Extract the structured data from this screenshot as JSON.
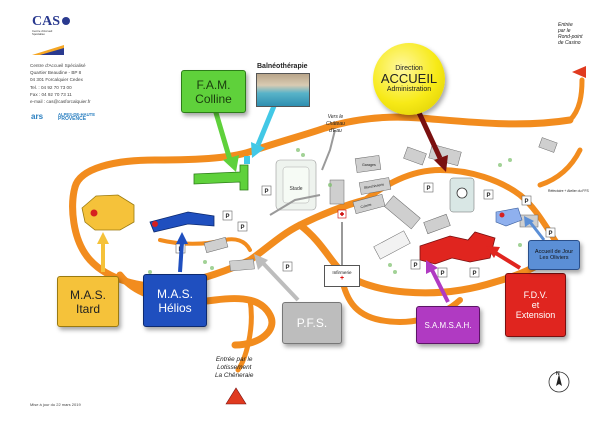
{
  "organization": {
    "logo_text": "CAS",
    "logo_subtext": "Centre d'Accueil Spécialisé",
    "address_lines": [
      "Centre d'Accueil Spécialisé",
      "Quartier Beaudine - BP 8",
      "04 301 Forcalquier Cedex",
      "",
      "Tel. : 04 92 70 73 00",
      "Fax : 04 92 70 73 11",
      "e-mail : cas@casforcalquier.fr"
    ],
    "partner_logo_1": "ars",
    "partner_logo_2_line1": "ALPES-DE-HAUTE",
    "partner_logo_2_line2": "PROVENCE"
  },
  "buildings": {
    "fam": {
      "line1": "F.A.M.",
      "line2": "Colline"
    },
    "balneo": "Balnéothérapie",
    "accueil": {
      "line1": "Direction",
      "line2": "ACCUEIL",
      "line3": "Administration"
    },
    "mas_itard": {
      "line1": "M.A.S.",
      "line2": "Itard"
    },
    "mas_helios": {
      "line1": "M.A.S.",
      "line2": "Hélios"
    },
    "pfs": "P.F.S.",
    "samsah": "S.A.M.S.A.H.",
    "fdv": {
      "line1": "F.D.V.",
      "line2": "et",
      "line3": "Extension"
    },
    "accueil_jour": {
      "line1": "Accueil de Jour",
      "line2": "Les Oliviers"
    },
    "infirmerie": "Infirmerie",
    "stade": "Stade",
    "garages": "Garages",
    "blanchisserie": "Blanchisserie",
    "cuisine": "Cuisine",
    "refectoire": "Réfectoire + Atelier du FFS"
  },
  "map_text": {
    "entree_top_l1": "Entrée",
    "entree_top_l2": "par le",
    "entree_top_l3": "Rond-point",
    "entree_top_l4": "de Casino",
    "entree_bottom_l1": "Entrée par le",
    "entree_bottom_l2": "Lotissement",
    "entree_bottom_l3": "La Chêneraie",
    "chateau_l1": "Vers le",
    "chateau_l2": "Château",
    "chateau_l3": "d'Eau",
    "parking": "P",
    "update_note": "Mise à jour du 22 mars 2019",
    "north": "N"
  },
  "colors": {
    "road": "#f28c1e",
    "fam": "#5fd13b",
    "balneo_arrow": "#42c8e6",
    "accueil_circle": "#f7ea17",
    "mas_itard": "#f5c23a",
    "mas_helios": "#1f4fbf",
    "pfs": "#bdbdbd",
    "samsah": "#b03ac2",
    "fdv": "#e0251f",
    "accueil_jour": "#5b8fd6",
    "entrance": "#e03a1f"
  }
}
